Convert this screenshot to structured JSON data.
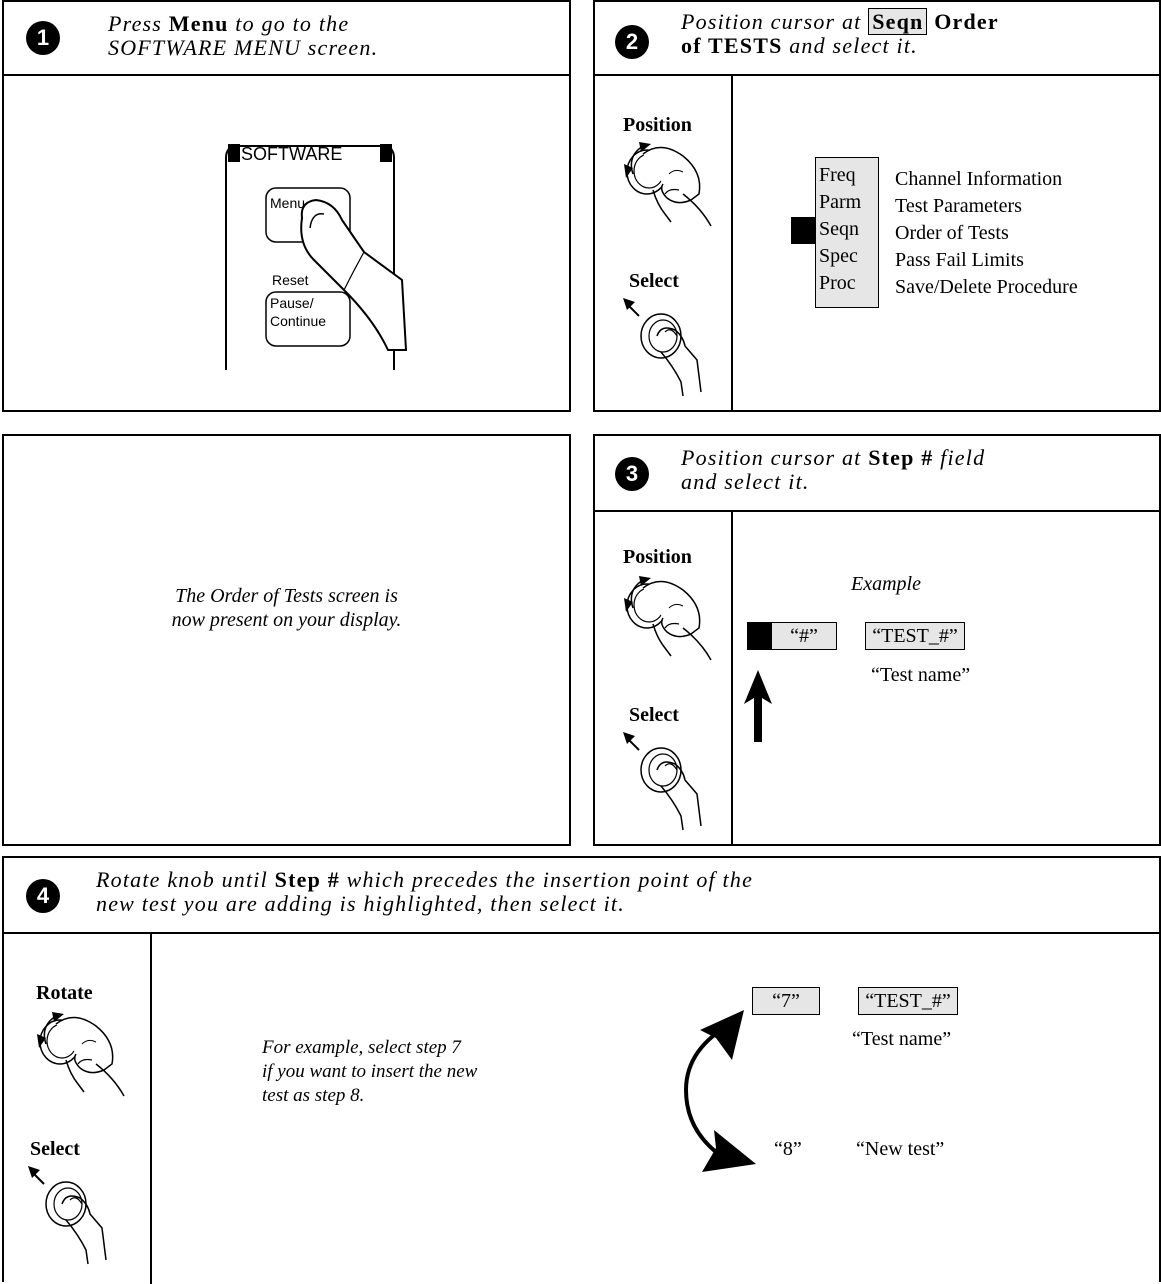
{
  "step1": {
    "number": "1",
    "pre": "Press ",
    "bold": "Menu",
    "post": " to go to the",
    "line2": "SOFTWARE MENU screen.",
    "software_label": "SOFTWARE",
    "menu_key": "Menu",
    "reset_label": "Reset",
    "pause_line1": "Pause/",
    "pause_line2": "Continue"
  },
  "step2": {
    "number": "2",
    "pre": "Position cursor at ",
    "bold1": "Seqn",
    "bold2": "Order",
    "bold3": "of TESTS",
    "post": " and select it.",
    "position_label": "Position",
    "select_label": "Select",
    "menu_codes": [
      "Freq",
      "Parm",
      "Seqn",
      "Spec",
      "Proc"
    ],
    "menu_descriptions": [
      "Channel Information",
      "Test Parameters",
      "Order of Tests",
      "Pass Fail Limits",
      "Save/Delete Procedure"
    ]
  },
  "note": {
    "line1": "The Order of Tests screen is",
    "line2": "now present on your display."
  },
  "step3": {
    "number": "3",
    "pre": "Position cursor at ",
    "bold": "Step #",
    "post": " field",
    "line2": "and select it.",
    "position_label": "Position",
    "select_label": "Select",
    "example_label": "Example",
    "step_field": "“#”",
    "test_field": "“TEST_#”",
    "test_name": "“Test name”"
  },
  "step4": {
    "number": "4",
    "pre": "Rotate knob until ",
    "bold": "Step #",
    "post": " which precedes the insertion point of the",
    "line2": "new test you are adding is highlighted, then select it.",
    "rotate_label": "Rotate",
    "select_label": "Select",
    "example_line1": "For example, select step 7",
    "example_line2": "if you want to insert the new",
    "example_line3": "test as step 8.",
    "step7_field": "“7”",
    "test_field": "“TEST_#”",
    "test_name": "“Test name”",
    "step8": "“8”",
    "new_test": "“New test”"
  }
}
